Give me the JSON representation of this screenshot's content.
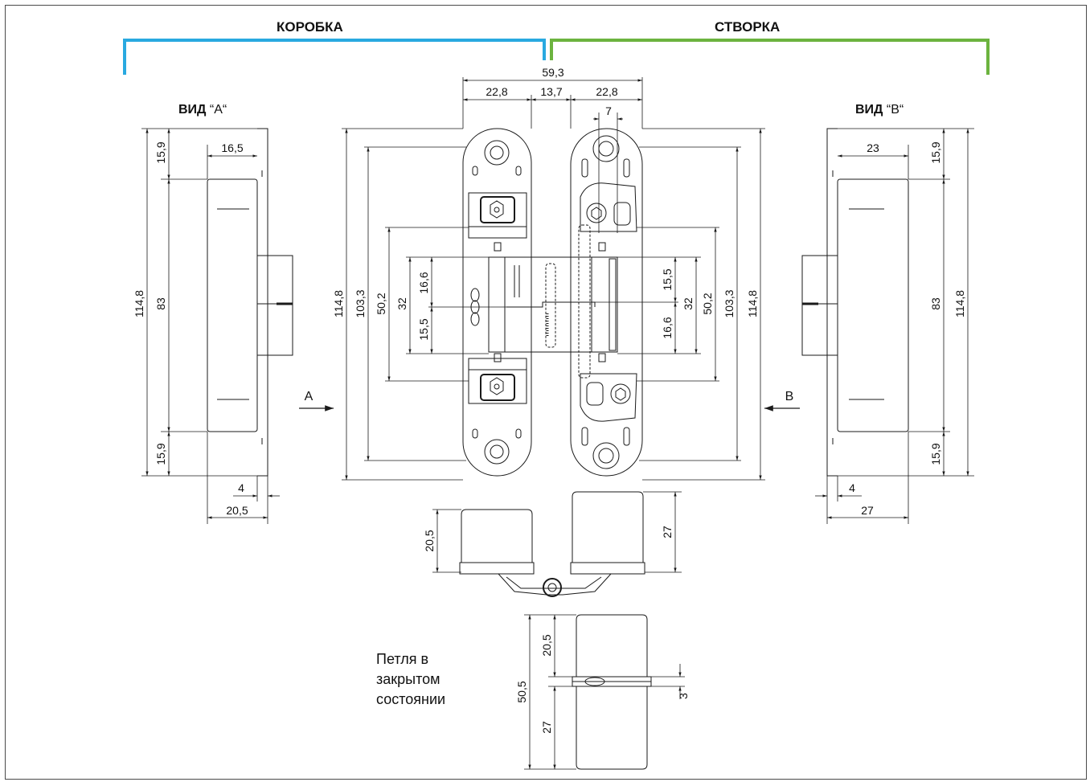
{
  "headers": {
    "frame": "КОРОБКА",
    "leaf": "СТВОРКА"
  },
  "colors": {
    "frame_bracket": "#29a9e0",
    "leaf_bracket": "#6cb33f",
    "line": "#1a1a1a"
  },
  "views": {
    "a": {
      "title": "ВИД",
      "name": "“A“"
    },
    "b": {
      "title": "ВИД",
      "name": "“B“"
    }
  },
  "arrows": {
    "a": "A",
    "b": "B"
  },
  "note": {
    "line1": "Петля в",
    "line2": "закрытом",
    "line3": "состоянии"
  },
  "top_dims": {
    "total": "59,3",
    "left": "22,8",
    "middle": "13,7",
    "right": "22,8",
    "slot": "7"
  },
  "front_dims": {
    "left_outer": "114,8",
    "left_inner": "103,3",
    "left_body": "50,2",
    "left_core": "32",
    "left_upper": "16,6",
    "left_lower": "15,5",
    "right_outer": "114,8",
    "right_inner": "103,3",
    "right_body": "50,2",
    "right_core": "32",
    "right_upper": "15,5",
    "right_lower": "16,6"
  },
  "view_a_dims": {
    "top": "15,9",
    "width_top": "16,5",
    "total": "114,8",
    "middle": "83",
    "bottom": "15,9",
    "small": "4",
    "depth": "20,5"
  },
  "view_b_dims": {
    "width_top": "23",
    "top": "15,9",
    "middle": "83",
    "total": "114,8",
    "bottom": "15,9",
    "small": "4",
    "depth": "27"
  },
  "open_dims": {
    "left_height": "20,5",
    "right_height": "27"
  },
  "closed_dims": {
    "total": "50,5",
    "upper": "20,5",
    "lower": "27",
    "gap": "3"
  }
}
